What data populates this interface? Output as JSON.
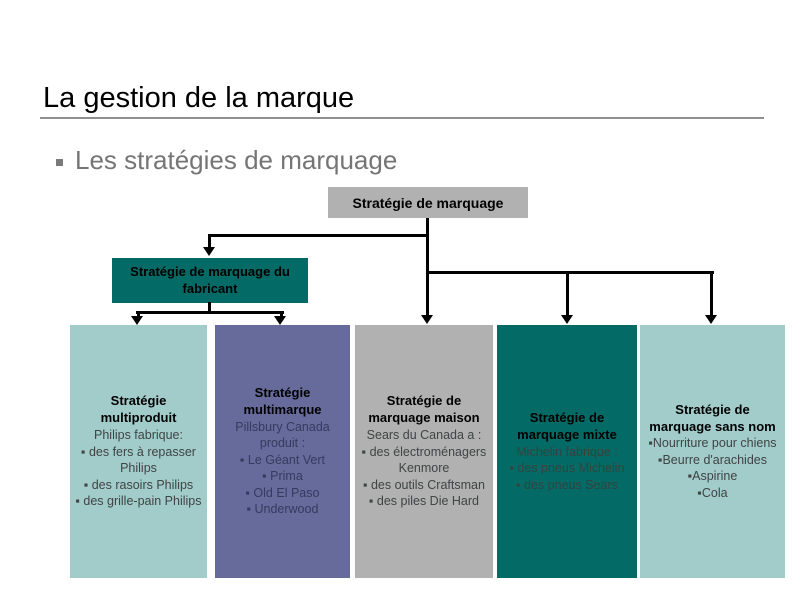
{
  "slide": {
    "title": "La gestion de la marque",
    "subtitle": "Les stratégies de marquage"
  },
  "diagram": {
    "root": {
      "label": "Stratégie de marquage"
    },
    "fabricant": {
      "label": "Stratégie de marquage du fabricant"
    },
    "leaves": [
      {
        "title": "Stratégie multiproduit",
        "intro": "Philips fabrique:",
        "items": [
          "▪ des fers à repasser Philips",
          "▪ des rasoirs Philips",
          "▪ des grille-pain Philips"
        ],
        "bg": "#a2ccca",
        "body_color": "#3f4444"
      },
      {
        "title": "Stratégie multimarque",
        "intro": "Pillsbury Canada produit :",
        "items": [
          "▪ Le Géant Vert",
          "▪ Prima",
          "▪ Old El Paso",
          "▪ Underwood"
        ],
        "bg": "#666b9c",
        "body_color": "#363a5e"
      },
      {
        "title": "Stratégie de marquage maison",
        "intro": "Sears du Canada a :",
        "items": [
          "▪ des électroménagers Kenmore",
          "▪ des outils Craftsman",
          "▪ des piles Die Hard"
        ],
        "bg": "#b1b1b1",
        "body_color": "#3f4444"
      },
      {
        "title": "Stratégie de marquage mixte",
        "intro": "Michelin fabrique :",
        "items": [
          "▪ des pneus Michelin",
          "▪ des pneus Sears"
        ],
        "bg": "#046a66",
        "body_color": "#32443f"
      },
      {
        "title": "Stratégie de marquage sans nom",
        "intro": "",
        "items": [
          "▪Nourriture pour chiens",
          "▪Beurre d'arachides",
          "▪Aspirine",
          "▪Cola"
        ],
        "bg": "#a2ccca",
        "body_color": "#3f4444"
      }
    ]
  },
  "colors": {
    "root_bg": "#b1b1b1",
    "fabricant_bg": "#046a66",
    "connector": "#000000",
    "title_rule": "#8f8f8f",
    "subtitle_text": "#757575"
  }
}
